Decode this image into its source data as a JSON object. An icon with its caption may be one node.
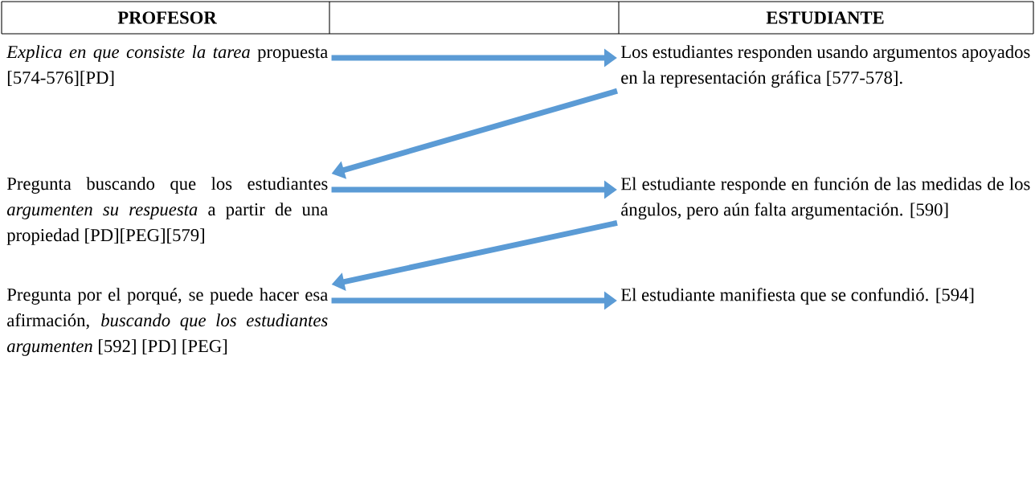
{
  "diagram": {
    "nodes": [
      {
        "text": [
          "*Explica en que consiste la tarea* propuesta [574-576][PD]"
        ]
      },
      {
        "text": [
          "Los estudiantes responden usando argumentos apoyados en la representación gráfica [577-578]."
        ]
      },
      {
        "text": [
          "Pregunta buscando que los estudiantes *argumenten su respuesta* a partir de una propiedad [PD][PEG][579]"
        ]
      },
      {
        "text": [
          "El estudiante responde en función de las medidas de los ángulos, pero aún falta argumentación. [590]"
        ]
      },
      {
        "text": [
          "Pregunta por el porqué, se puede hacer esa afirmación, *buscando que los estudiantes argumenten* [592] [PD] [PEG]"
        ]
      },
      {
        "text": [
          "El estudiante manifiesta que se confundió. [594]"
        ]
      }
    ],
    "edges": [
      {
        "from": 0,
        "to": 1,
        "arrow": "to"
      },
      {
        "from": 1,
        "to": 2,
        "arrow": "to"
      },
      {
        "from": 2,
        "to": 3,
        "arrow": "to"
      },
      {
        "from": 3,
        "to": 4,
        "arrow": "to"
      },
      {
        "from": 4,
        "to": 5,
        "arrow": "to"
      }
    ],
    "labels": [
      "PROFESOR",
      "ESTUDIANTE"
    ]
  }
}
